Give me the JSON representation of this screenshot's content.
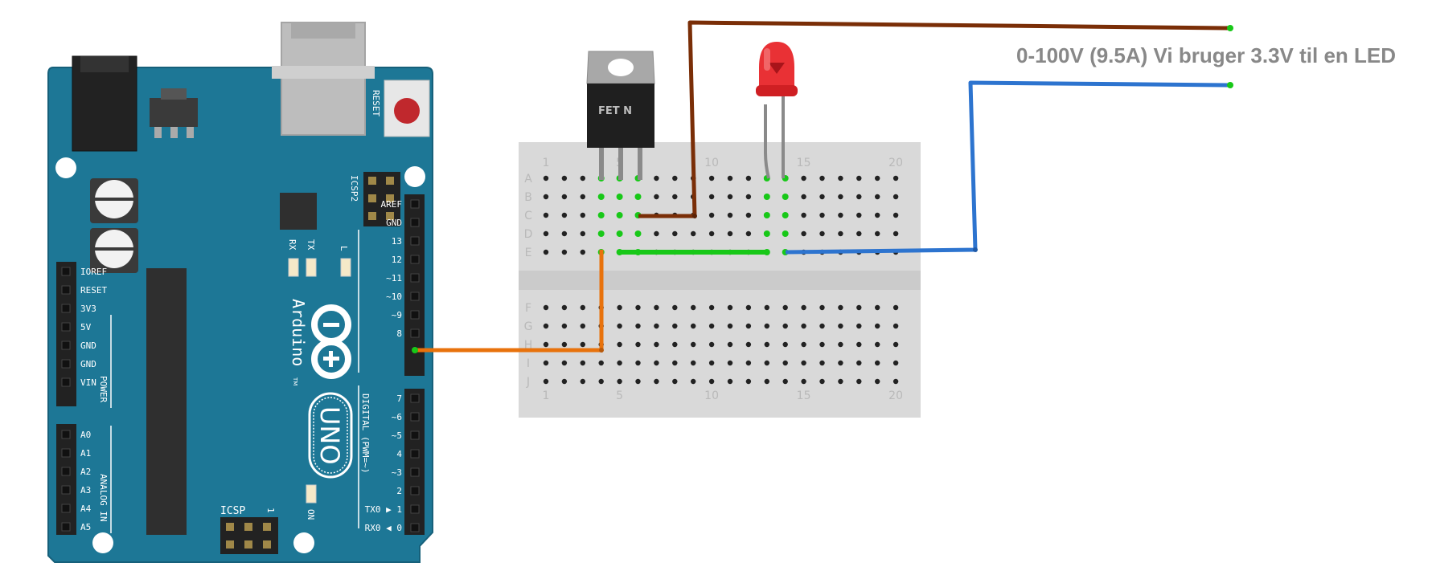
{
  "annotation": "0-100V (9.5A) Vi bruger 3.3V til en LED",
  "mosfet_label": "FET N",
  "arduino": {
    "reset_label": "RESET",
    "icsp2_label": "ICSP2",
    "icsp_label": "ICSP",
    "icsp_pin1": "1",
    "tx_label": "TX",
    "rx_label": "RX",
    "l_label": "L",
    "on_label": "ON",
    "brand_label": "Arduino",
    "tm_label": "TM",
    "uno_label": "UNO",
    "digital_label": "DIGITAL (PWM=~)",
    "power_label": "POWER",
    "analog_label": "ANALOG IN",
    "header_top_pins": [
      "AREF",
      "GND",
      "13",
      "12",
      "~11",
      "~10",
      "~9",
      "8"
    ],
    "header_bottom_pins": [
      "7",
      "~6",
      "~5",
      "4",
      "~3",
      "2",
      "TX0 ▶ 1",
      "RX0 ◀ 0"
    ],
    "power_pins": [
      "IOREF",
      "RESET",
      "3V3",
      "5V",
      "GND",
      "GND",
      "VIN"
    ],
    "analog_pins": [
      "A0",
      "A1",
      "A2",
      "A3",
      "A4",
      "A5"
    ]
  },
  "breadboard": {
    "row_labels_top": [
      "A",
      "B",
      "C",
      "D",
      "E"
    ],
    "row_labels_bottom": [
      "F",
      "G",
      "H",
      "I",
      "J"
    ],
    "col_numbers": [
      "1",
      "5",
      "10",
      "15",
      "20"
    ]
  },
  "colors": {
    "board": "#1d7796",
    "breadboard": "#d9d9d9",
    "wire_brown": "#7a2e07",
    "wire_blue": "#2d74cf",
    "wire_orange": "#e8720c",
    "wire_green": "#18c818",
    "led_red": "#e8262a"
  },
  "icons": {
    "microcontroller": "arduino-uno-icon",
    "transistor": "mosfet-to220-icon",
    "light": "red-led-icon"
  }
}
